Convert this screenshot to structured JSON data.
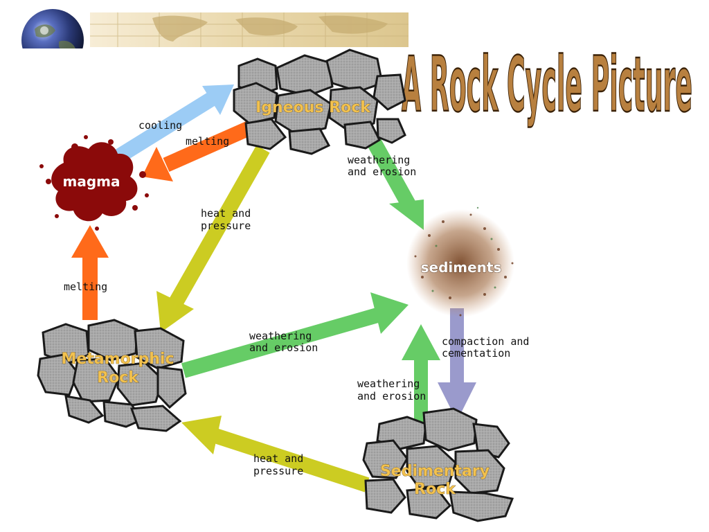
{
  "title": "A Rock Cycle Picture",
  "nodes": {
    "igneous": "Igneous Rock",
    "magma": "magma",
    "sediments": "sediments",
    "metamorphic_line1": "Metamorphic",
    "metamorphic_line2": "Rock",
    "sedimentary_line1": "Sedimentary",
    "sedimentary_line2": "Rock"
  },
  "labels": {
    "cooling": "cooling",
    "melting_top": "melting",
    "melting_left": "melting",
    "heat_pressure_mid_1": "heat and",
    "heat_pressure_mid_2": "pressure",
    "heat_pressure_bottom_1": "heat and",
    "heat_pressure_bottom_2": "pressure",
    "weathering_top_1": "weathering",
    "weathering_top_2": "and erosion",
    "weathering_mid_1": "weathering",
    "weathering_mid_2": "and erosion",
    "weathering_bottom_1": "weathering",
    "weathering_bottom_2": "and erosion",
    "compaction_1": "compaction and",
    "compaction_2": "cementation"
  },
  "colors": {
    "cooling_arrow": "#9cccf5",
    "melting_arrow": "#ff6a1a",
    "heat_pressure_arrow": "#cccc22",
    "weathering_arrow": "#66cc66",
    "compaction_arrow": "#9a9acc",
    "magma": "#8b0a0a",
    "rock_fill": "#a7a7a7",
    "rock_outline": "#1a1a1a",
    "title": "#b07a3a"
  }
}
